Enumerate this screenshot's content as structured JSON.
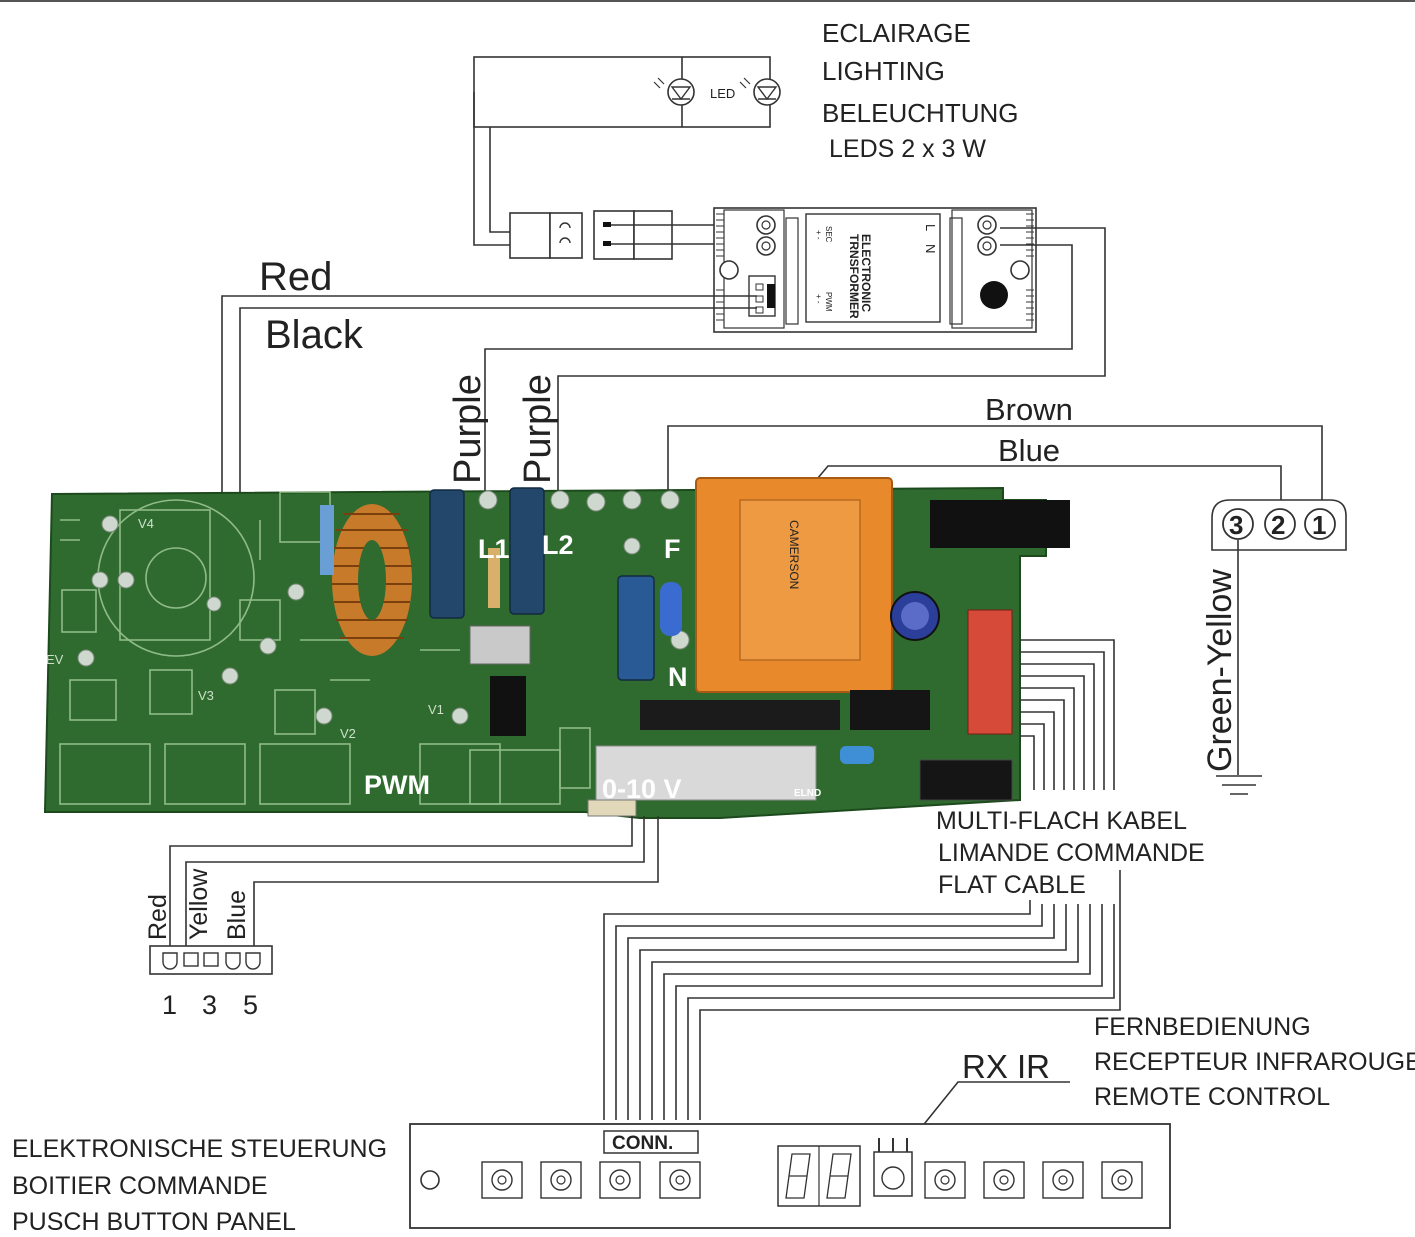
{
  "lighting": {
    "line1": "ECLAIRAGE",
    "line2": "LIGHTING",
    "line3": "BELEUCHTUNG",
    "line4": "LEDS 2 x 3 W",
    "led_label": "LED"
  },
  "transformer": {
    "title1": "ELECTRONIC",
    "title2": "TRNSFORMER",
    "l": "L",
    "n": "N",
    "sec": "SEC",
    "pwm": "PWM",
    "plus_minus": "+  -"
  },
  "wires": {
    "red": "Red",
    "black": "Black",
    "purple1": "Purple",
    "purple2": "Purple",
    "brown": "Brown",
    "blue": "Blue",
    "green_yellow": "Green-Yellow"
  },
  "mains_connector": {
    "pin3": "3",
    "pin2": "2",
    "pin1": "1"
  },
  "pcb": {
    "l1": "L1",
    "l2": "L2",
    "f": "F",
    "n": "N",
    "pwm": "PWM",
    "v010": "0-10 V",
    "v1": "V1",
    "v2": "V2",
    "v3": "V3",
    "v4": "V4",
    "ev": "EV",
    "brand": "CAMERSON",
    "elnd": "ELND"
  },
  "pwm_connector": {
    "red": "Red",
    "yellow": "Yellow",
    "blue": "Blue",
    "pin1": "1",
    "pin3": "3",
    "pin5": "5"
  },
  "flat_cable": {
    "line1": "MULTI-FLACH KABEL",
    "line2": "LIMANDE COMMANDE",
    "line3": "FLAT CABLE"
  },
  "remote": {
    "line1": "FERNBEDIENUNG",
    "line2": "RECEPTEUR INFRAROUGE",
    "line3": "REMOTE CONTROL",
    "rx_ir": "RX  IR"
  },
  "panel": {
    "conn": "CONN.",
    "line1": "ELEKTRONISCHE STEUERUNG",
    "line2": "BOITIER COMMANDE",
    "line3": "PUSCH BUTTON PANEL"
  },
  "colors": {
    "pcb_green": "#2f6b2f",
    "transformer_orange": "#e8892c",
    "coil_copper": "#c77a2a",
    "wire": "#333333"
  }
}
